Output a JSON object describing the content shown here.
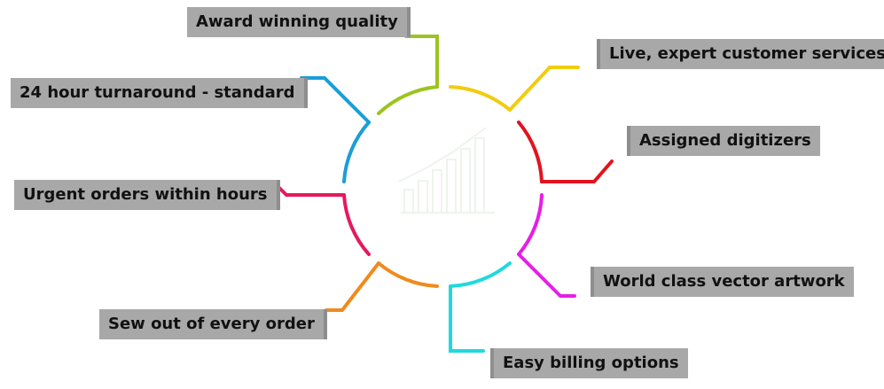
{
  "diagram": {
    "type": "radial-feature-wheel",
    "features": [
      {
        "id": "award",
        "label": "Award winning quality",
        "color": "#9cc31f"
      },
      {
        "id": "live",
        "label": "Live, expert customer services",
        "color": "#f2cc0e"
      },
      {
        "id": "assigned",
        "label": "Assigned digitizers",
        "color": "#e3121f"
      },
      {
        "id": "vector",
        "label": "World class vector artwork",
        "color": "#e51fe6"
      },
      {
        "id": "billing",
        "label": "Easy billing options",
        "color": "#1fd9de"
      },
      {
        "id": "sewout",
        "label": "Sew out of every order",
        "color": "#f08a1e"
      },
      {
        "id": "urgent",
        "label": "Urgent orders within hours",
        "color": "#e5195e"
      },
      {
        "id": "turnaround",
        "label": "24 hour turnaround - standard",
        "color": "#1a9ed9"
      }
    ]
  }
}
